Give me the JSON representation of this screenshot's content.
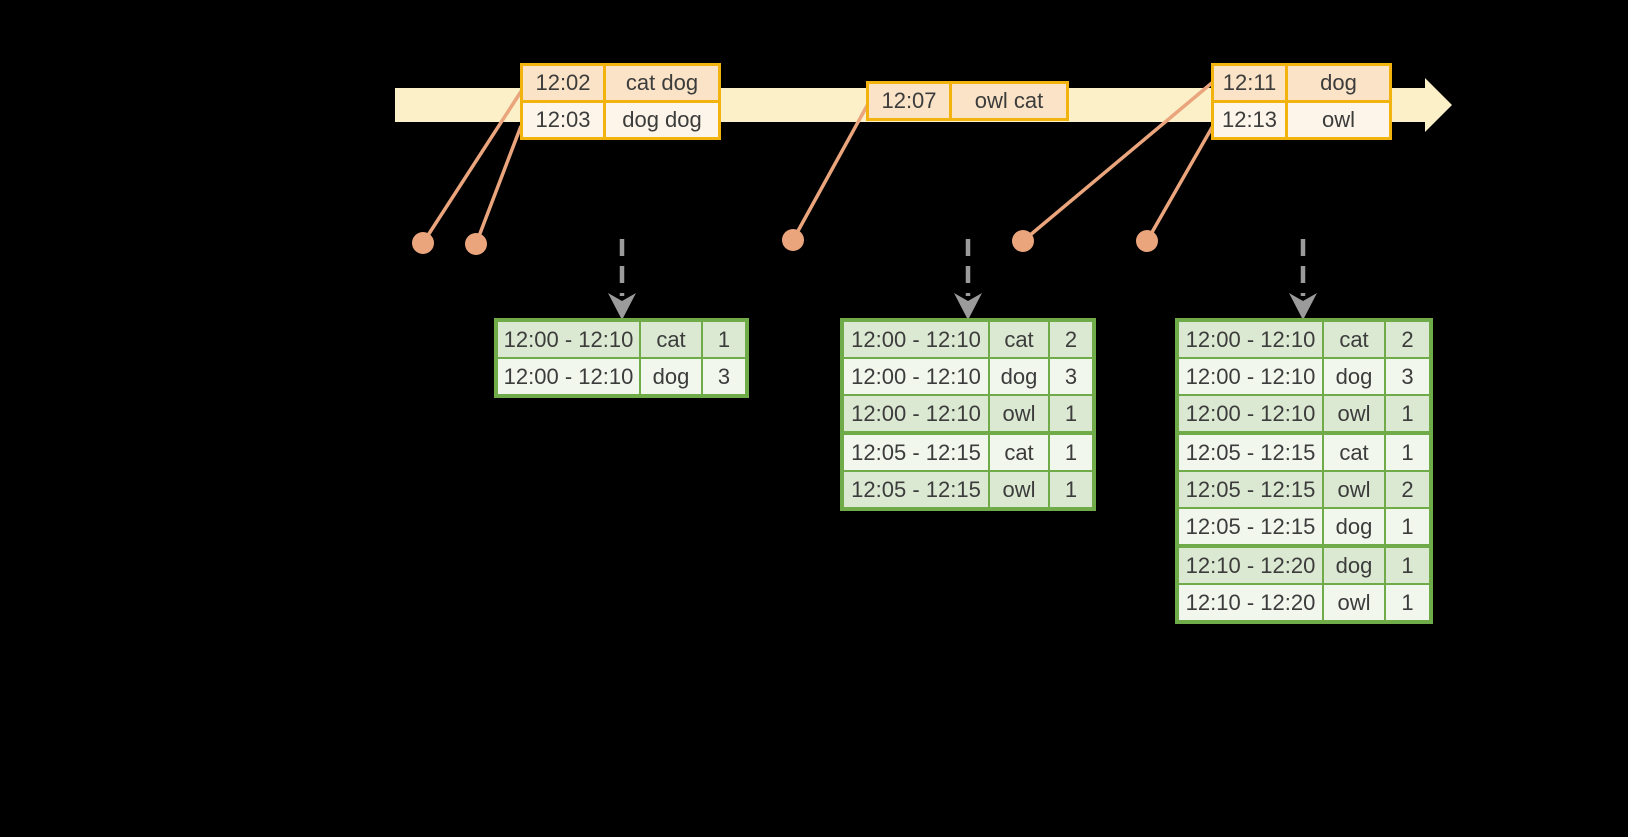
{
  "colors": {
    "background": "#000000",
    "timeline_band": "#FBF0C8",
    "event_border": "#F2B30E",
    "event_row_dark": "#FAE3C6",
    "event_row_light": "#FDF5E9",
    "connector": "#EAA57D",
    "result_border": "#6FAC49",
    "result_row_dark": "#DCE9D2",
    "result_row_light": "#F2F7EE",
    "trigger_arrow": "#9B9B9B",
    "text": "#3C3C3C"
  },
  "timeline": {
    "event_tables": [
      {
        "rows": [
          {
            "time": "12:02",
            "words": "cat dog"
          },
          {
            "time": "12:03",
            "words": "dog dog"
          }
        ]
      },
      {
        "rows": [
          {
            "time": "12:07",
            "words": "owl cat"
          }
        ]
      },
      {
        "rows": [
          {
            "time": "12:11",
            "words": "dog"
          },
          {
            "time": "12:13",
            "words": "owl"
          }
        ]
      }
    ]
  },
  "result_tables": [
    {
      "groups": [
        [
          {
            "window": "12:00 - 12:10",
            "word": "cat",
            "count": "1"
          },
          {
            "window": "12:00 - 12:10",
            "word": "dog",
            "count": "3"
          }
        ]
      ]
    },
    {
      "groups": [
        [
          {
            "window": "12:00 - 12:10",
            "word": "cat",
            "count": "2"
          },
          {
            "window": "12:00 - 12:10",
            "word": "dog",
            "count": "3"
          },
          {
            "window": "12:00 - 12:10",
            "word": "owl",
            "count": "1"
          }
        ],
        [
          {
            "window": "12:05 - 12:15",
            "word": "cat",
            "count": "1"
          },
          {
            "window": "12:05 - 12:15",
            "word": "owl",
            "count": "1"
          }
        ]
      ]
    },
    {
      "groups": [
        [
          {
            "window": "12:00 - 12:10",
            "word": "cat",
            "count": "2"
          },
          {
            "window": "12:00 - 12:10",
            "word": "dog",
            "count": "3"
          },
          {
            "window": "12:00 - 12:10",
            "word": "owl",
            "count": "1"
          }
        ],
        [
          {
            "window": "12:05 - 12:15",
            "word": "cat",
            "count": "1"
          },
          {
            "window": "12:05 - 12:15",
            "word": "owl",
            "count": "2"
          },
          {
            "window": "12:05 - 12:15",
            "word": "dog",
            "count": "1"
          }
        ],
        [
          {
            "window": "12:10 - 12:20",
            "word": "dog",
            "count": "1"
          },
          {
            "window": "12:10 - 12:20",
            "word": "owl",
            "count": "1"
          }
        ]
      ]
    }
  ]
}
